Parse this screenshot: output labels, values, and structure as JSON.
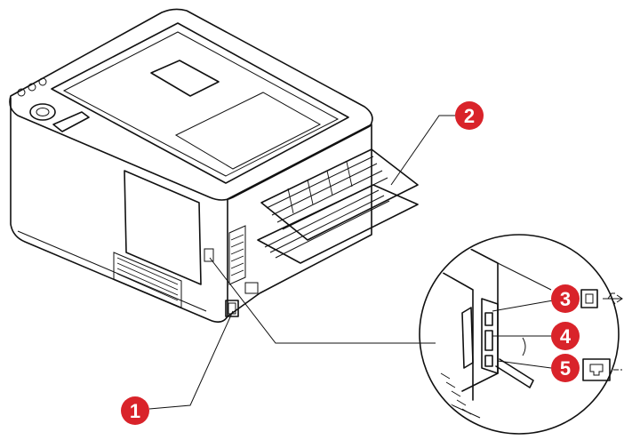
{
  "callouts": [
    {
      "id": "1",
      "label": "1"
    },
    {
      "id": "2",
      "label": "2"
    },
    {
      "id": "3",
      "label": "3"
    },
    {
      "id": "4",
      "label": "4"
    },
    {
      "id": "5",
      "label": "5"
    }
  ],
  "colors": {
    "callout_fill": "#d9232a",
    "line": "#111111",
    "background": "#ffffff"
  },
  "icons": {
    "port_3": "usb-icon",
    "port_5": "network-icon"
  }
}
